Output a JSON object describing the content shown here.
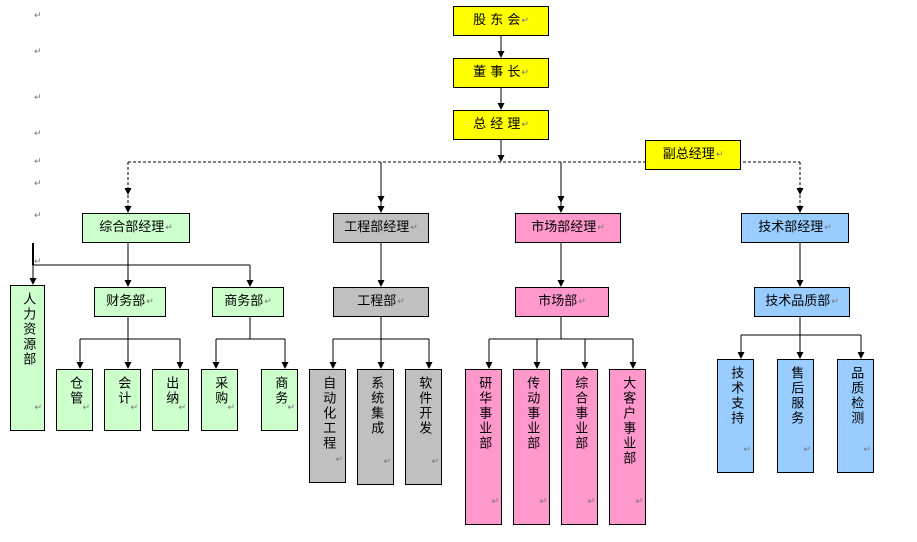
{
  "colors": {
    "yellow": "#ffff00",
    "green": "#ccffcc",
    "gray": "#c0c0c0",
    "pink": "#ff99cc",
    "blue": "#99ccff",
    "line": "#000000"
  },
  "return_mark": "↵",
  "nodes": {
    "shareholders": {
      "label": "股 东 会",
      "color": "yellow"
    },
    "chairman": {
      "label": "董 事 长",
      "color": "yellow"
    },
    "general_manager": {
      "label": "总 经 理",
      "color": "yellow"
    },
    "deputy_gm": {
      "label": "副总经理",
      "color": "yellow"
    },
    "admin_manager": {
      "label": "综合部经理",
      "color": "green"
    },
    "eng_manager": {
      "label": "工程部经理",
      "color": "gray"
    },
    "market_manager": {
      "label": "市场部经理",
      "color": "pink"
    },
    "tech_manager": {
      "label": "技术部经理",
      "color": "blue"
    },
    "hr": {
      "label": "人力资源部",
      "color": "green"
    },
    "finance": {
      "label": "财务部",
      "color": "green"
    },
    "commerce": {
      "label": "商务部",
      "color": "green"
    },
    "warehouse": {
      "label": "仓管",
      "color": "green"
    },
    "accounting": {
      "label": "会计",
      "color": "green"
    },
    "cashier": {
      "label": "出纳",
      "color": "green"
    },
    "purchasing": {
      "label": "采购",
      "color": "green"
    },
    "business": {
      "label": "商务",
      "color": "green"
    },
    "engineering": {
      "label": "工程部",
      "color": "gray"
    },
    "automation": {
      "label": "自动化工程",
      "color": "gray"
    },
    "sys_integration": {
      "label": "系统集成",
      "color": "gray"
    },
    "software_dev": {
      "label": "软件开发",
      "color": "gray"
    },
    "market": {
      "label": "市场部",
      "color": "pink"
    },
    "rnd": {
      "label": "研华事业部",
      "color": "pink"
    },
    "transmission": {
      "label": "传动事业部",
      "color": "pink"
    },
    "integrated": {
      "label": "综合事业部",
      "color": "pink"
    },
    "key_account": {
      "label": "大客户事业部",
      "color": "pink"
    },
    "tech_quality": {
      "label": "技术品质部",
      "color": "blue"
    },
    "tech_support": {
      "label": "技术支持",
      "color": "blue"
    },
    "after_sales": {
      "label": "售后服务",
      "color": "blue"
    },
    "quality_test": {
      "label": "品质检测",
      "color": "blue"
    }
  }
}
